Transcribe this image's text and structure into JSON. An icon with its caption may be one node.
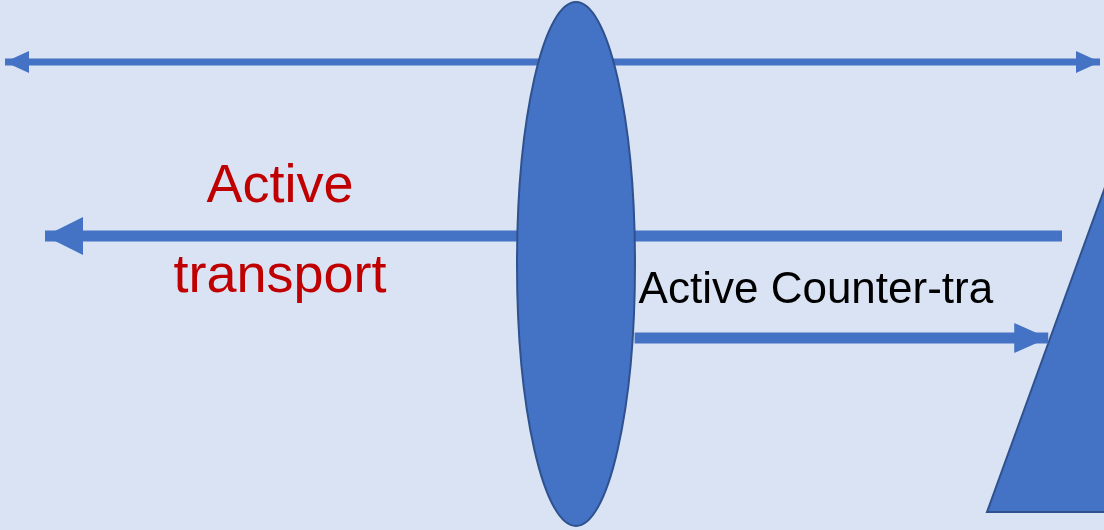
{
  "diagram": {
    "nodes": [
      {
        "text": [],
        "shape": "ellipse"
      },
      {
        "text": [],
        "shape": "triangle"
      }
    ],
    "edges": [
      {
        "from": 0,
        "to": 1,
        "arrow": "to",
        "label": "Active Counter-tra"
      }
    ],
    "labels": [
      "Active transport"
    ]
  }
}
